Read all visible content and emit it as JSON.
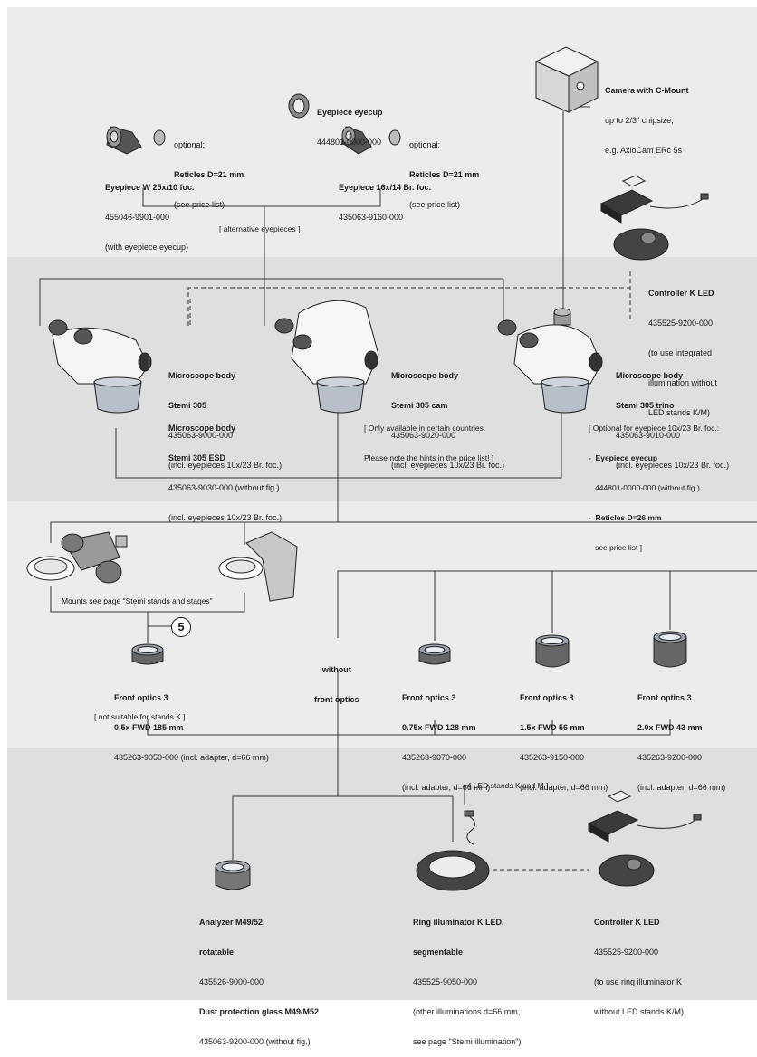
{
  "camera": {
    "title": "Camera with C-Mount",
    "lines": [
      "up to 2/3\" chipsize,",
      "e.g. AxioCam ERc 5s"
    ]
  },
  "eyepiece_eyecup": {
    "title": "Eyepiece eyecup",
    "lines": [
      "444801-0000-000"
    ]
  },
  "optional_left": {
    "line1": "optional:",
    "line2": "Reticles D=21 mm",
    "line3": "(see price list)"
  },
  "optional_right": {
    "line1": "optional:",
    "line2": "Reticles D=21 mm",
    "line3": "(see price list)"
  },
  "eyepiece_w25": {
    "title": "Eyepiece W 25x/10 foc.",
    "lines": [
      "455046-9901-000",
      "(with eyepiece eyecup)"
    ]
  },
  "eyepiece_16": {
    "title": "Eyepiece 16x/14 Br. foc.",
    "lines": [
      "435063-9160-000"
    ]
  },
  "alt_eyepieces": "[ alternative eyepieces ]",
  "controller_top": {
    "title": "Controller K LED",
    "lines": [
      "435525-9200-000",
      "(to use integrated",
      "illumination without",
      "LED stands K/M)"
    ]
  },
  "stemi305": {
    "title": "Microscope body",
    "title2": "Stemi 305",
    "lines": [
      "435063-9000-000",
      "(incl. eyepieces 10x/23 Br. foc.)"
    ]
  },
  "stemi305esd": {
    "title": "Microscope body",
    "title2": "Stemi 305 ESD",
    "lines": [
      "435063-9030-000 (without fig.)",
      "(incl. eyepieces 10x/23 Br. foc.)"
    ]
  },
  "stemi305cam": {
    "title": "Microscope body",
    "title2": "Stemi 305 cam",
    "lines": [
      "435063-9020-000",
      "(incl. eyepieces 10x/23 Br. foc.)"
    ]
  },
  "cam_note": {
    "line1": "[ Only available in certain countries.",
    "line2": "Please note the hints in the price list! ]"
  },
  "stemi305trino": {
    "title": "Microscope body",
    "title2": "Stemi 305 trino",
    "lines": [
      "435063-9010-000",
      "(incl. eyepieces 10x/23 Br. foc.)"
    ]
  },
  "trino_optional": {
    "line1": "[ Optional for eyepiece 10x/23 Br. foc.:",
    "line2": "-  Eyepiece eyecup",
    "line3": "   444801-0000-000 (without fig.)",
    "line4": "-  Reticles D=26 mm",
    "line5": "   see price list ]"
  },
  "mounts_label": "Mounts see page \"Stemi stands and stages\"",
  "badge": "5",
  "front_05": {
    "title": "Front optics 3",
    "title2": "0.5x FWD 185 mm",
    "lines": [
      "435263-9050-000 (incl. adapter, d=66 mm)"
    ]
  },
  "not_suitable": "[ not suitable for stands K ]",
  "without_front": {
    "line1": "without",
    "line2": "front optics"
  },
  "front_075": {
    "title": "Front optics 3",
    "title2": "0.75x FWD 128 mm",
    "lines": [
      "435263-9070-000",
      "(incl. adapter, d=66 mm)"
    ]
  },
  "front_15": {
    "title": "Front optics 3",
    "title2": "1.5x FWD 56 mm",
    "lines": [
      "435263-9150-000",
      "(incl. adapter, d=66 mm)"
    ]
  },
  "front_20": {
    "title": "Front optics 3",
    "title2": "2.0x FWD 43 mm",
    "lines": [
      "435263-9200-000",
      "(incl. adapter, d=66 mm)"
    ]
  },
  "led_stands": "[ LED stands K and M ]",
  "analyzer": {
    "title": "Analyzer M49/52,",
    "title2": "rotatable",
    "line1": "435526-9000-000",
    "title3": "Dust protection glass M49/M52",
    "line2": "435063-9200-000 (without fig.)"
  },
  "ring_illum": {
    "title": "Ring illuminator K LED,",
    "title2": "segmentable",
    "lines": [
      "435525-9050-000",
      "(other illuminations d=66 mm,",
      "see page \"Stemi illumination\")"
    ]
  },
  "controller_bottom": {
    "title": "Controller K LED",
    "lines": [
      "435525-9200-000",
      "(to use ring illuminator K",
      "without LED stands K/M)"
    ]
  },
  "colors": {
    "band_light": "#ececec",
    "band_dark": "#dfdfdf",
    "line": "#333333",
    "device_light": "#f5f5f5",
    "device_mid": "#b9bfc8",
    "device_dark": "#2b2b2b"
  }
}
